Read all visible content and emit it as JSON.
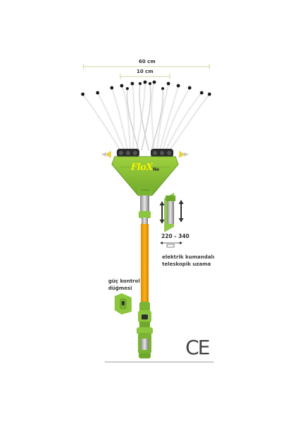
{
  "dimensions": {
    "outer_span": "60 cm",
    "inner_span": "10 cm"
  },
  "product": {
    "brand_mark": "Ne",
    "logo_text": "FloX"
  },
  "telescopic": {
    "range": "220 - 340",
    "description_line1": "elektrik kumandalı",
    "description_line2": "teleskopik uzama"
  },
  "power": {
    "label_line1": "güç kontrol",
    "label_line2": "düğmesi"
  },
  "certification": {
    "mark": "CE"
  },
  "colors": {
    "body_green": "#8cc63f",
    "pole_orange": "#f39c12",
    "rod_white": "#f2f2f2",
    "tip_black": "#1a1a1a"
  }
}
